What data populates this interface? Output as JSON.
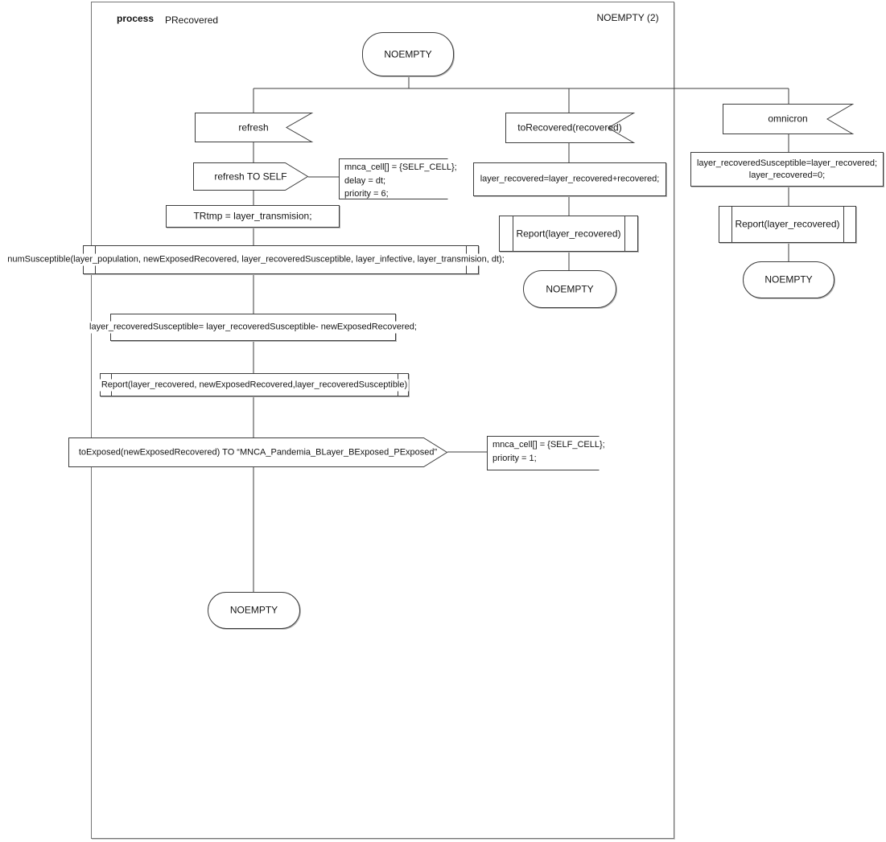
{
  "frame": {
    "kind_label": "process",
    "name_label": "PRecovered",
    "corner_label": "NOEMPTY (2)"
  },
  "states": {
    "top": "NOEMPTY",
    "left_bottom": "NOEMPTY",
    "middle_bottom": "NOEMPTY",
    "right_bottom": "NOEMPTY"
  },
  "left_branch": {
    "input": "refresh",
    "output": "refresh TO SELF",
    "output_comment": {
      "line1": "mnca_cell[] = {SELF_CELL};",
      "line2": "delay = dt;",
      "line3": "priority = 6;"
    },
    "task1": "TRtmp = layer_transmision;",
    "procedure1": "numSusceptible(layer_population, newExposedRecovered, layer_recoveredSusceptible, layer_infective, layer_transmision, dt);",
    "task2": "layer_recoveredSusceptible= layer_recoveredSusceptible- newExposedRecovered;",
    "procedure2": "Report(layer_recovered, newExposedRecovered,layer_recoveredSusceptible)",
    "output2": "toExposed(newExposedRecovered) TO “MNCA_Pandemia_BLayer_BExposed_PExposed”",
    "output2_comment": {
      "line1": "mnca_cell[] = {SELF_CELL};",
      "line2": "priority = 1;"
    }
  },
  "middle_branch": {
    "input": "toRecovered(recovered)",
    "task": "layer_recovered=layer_recovered+recovered;",
    "procedure": "Report(layer_recovered)"
  },
  "right_branch": {
    "input": "omnicron",
    "task": {
      "line1": "layer_recoveredSusceptible=layer_recovered;",
      "line2": "layer_recovered=0;"
    },
    "procedure": "Report(layer_recovered)"
  }
}
